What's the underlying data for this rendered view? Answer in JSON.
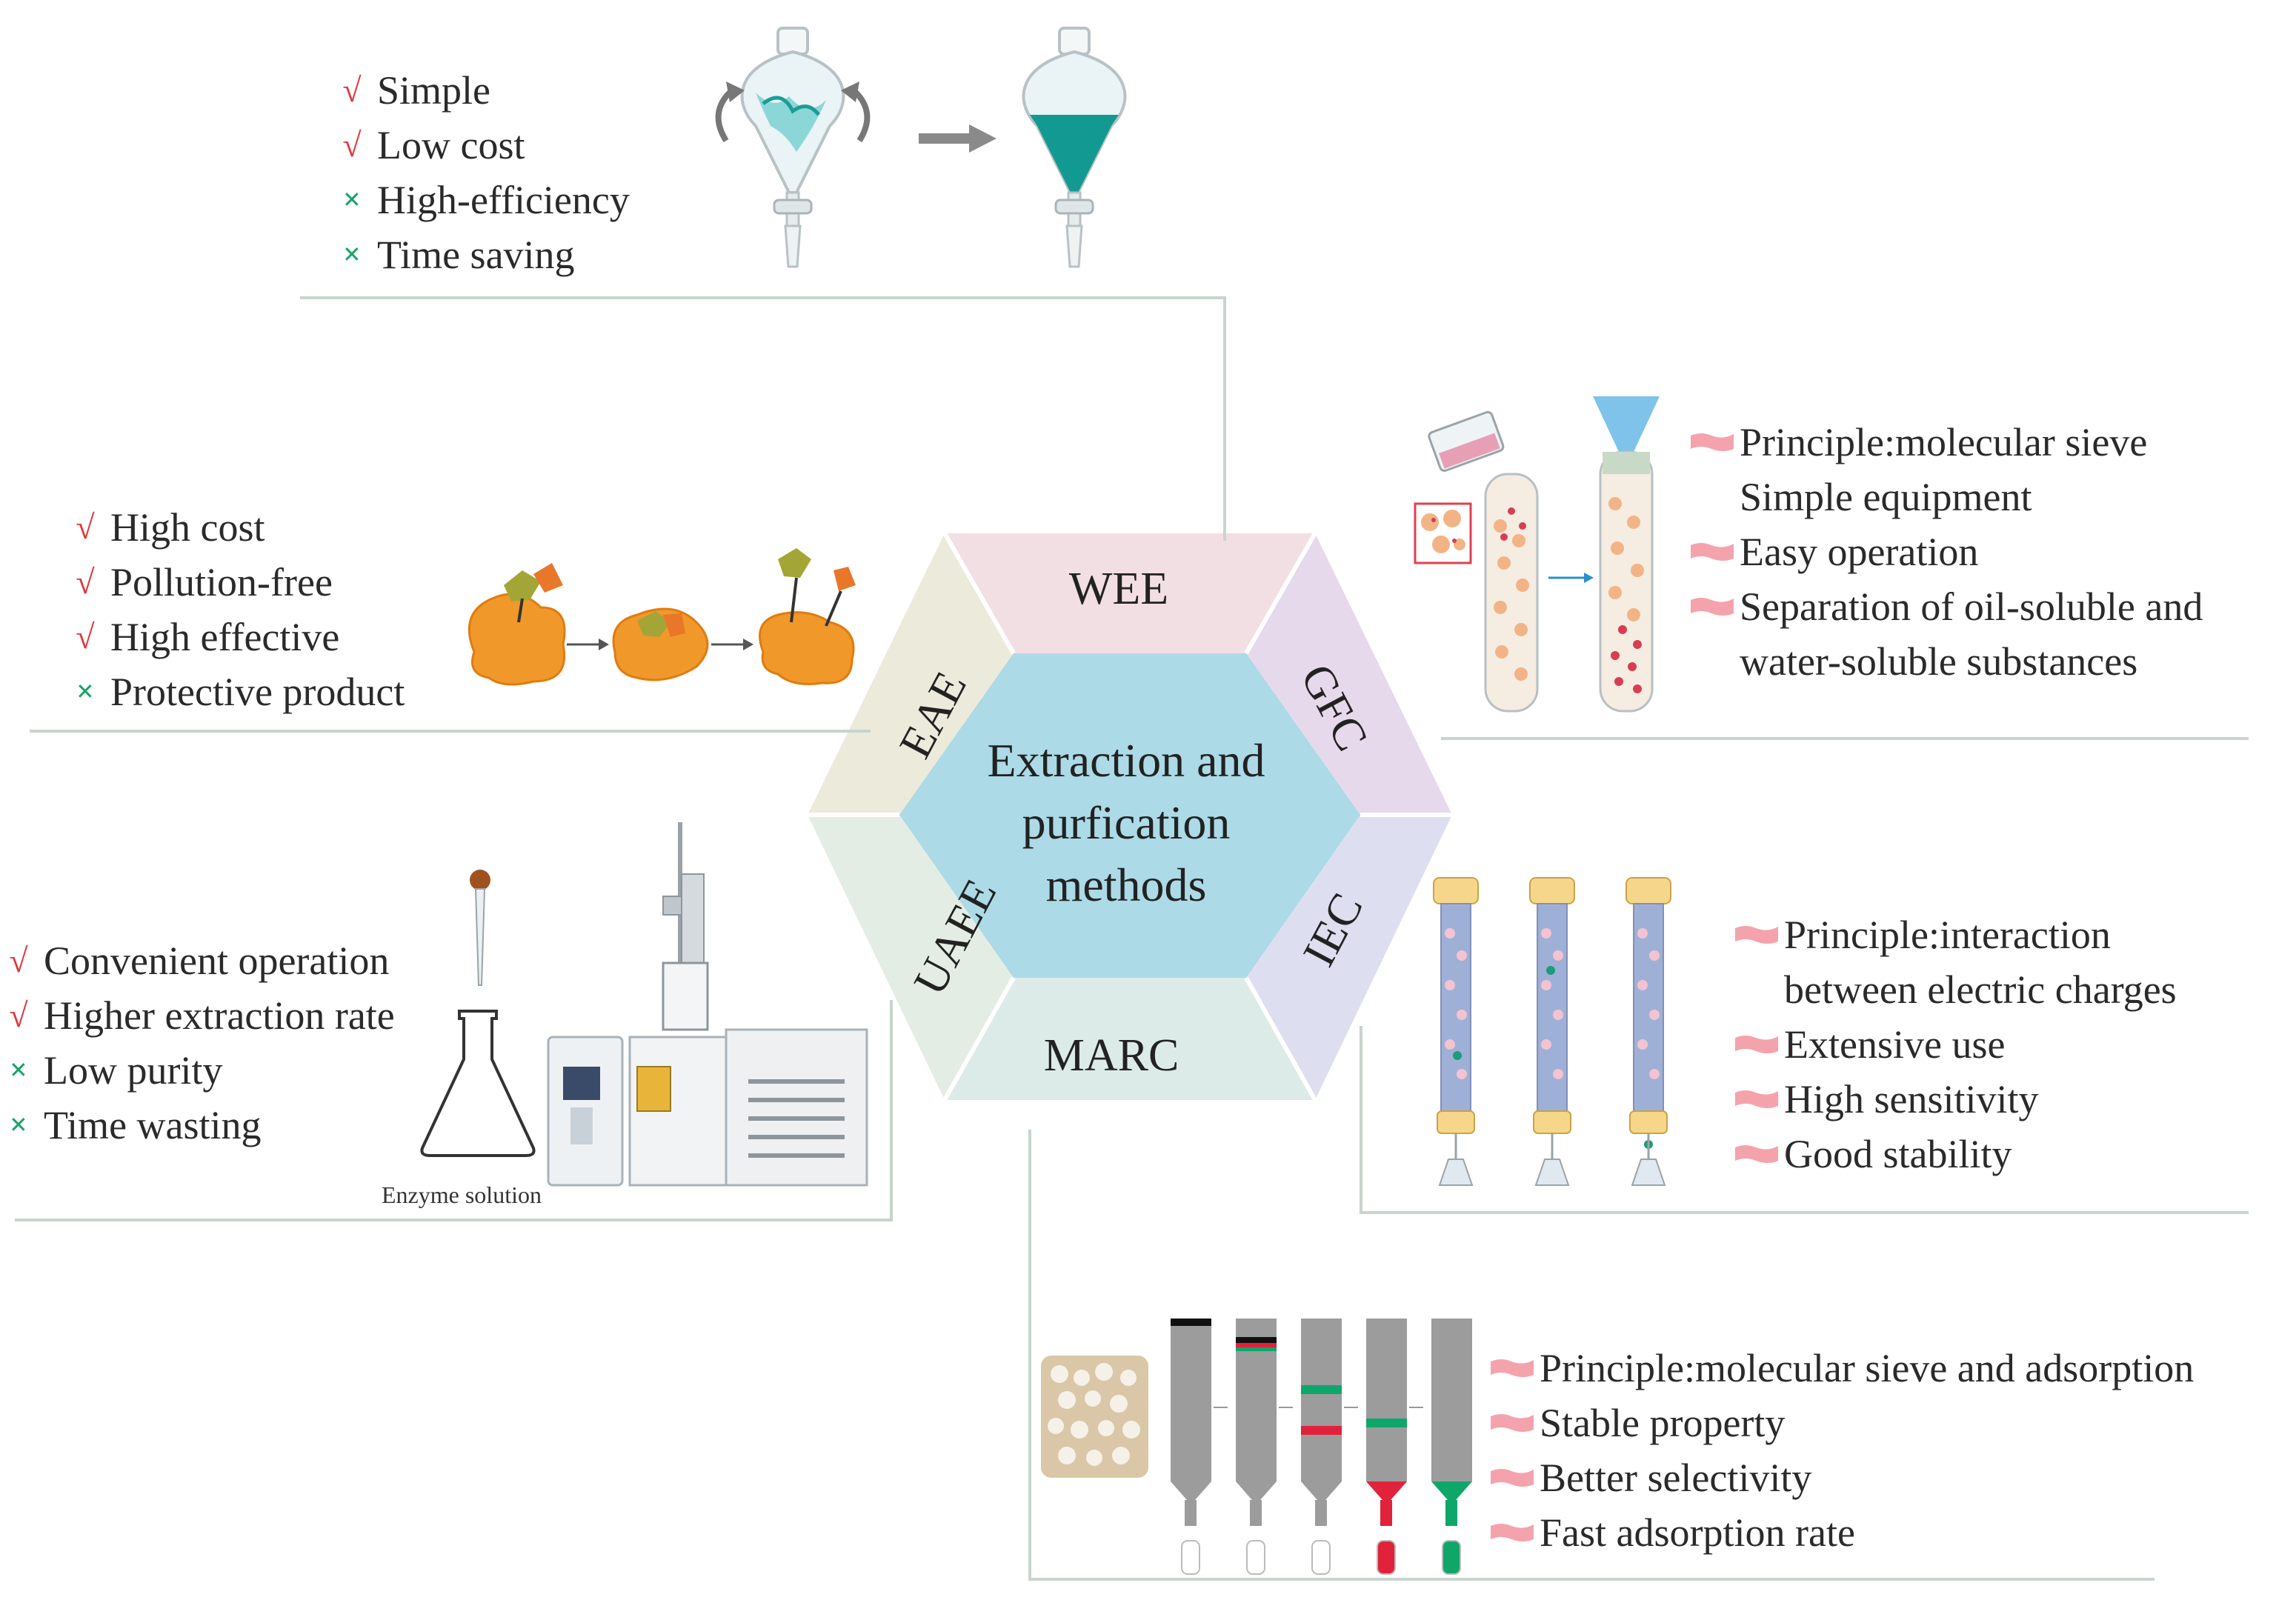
{
  "center": {
    "title_lines": [
      "Extraction and",
      "purfication",
      "methods"
    ]
  },
  "hexagon": {
    "segments": {
      "top": "WEE",
      "upper_right": "GFC",
      "lower_right": "IEC",
      "bottom": "MARC",
      "lower_left": "UAEE",
      "upper_left": "EAE"
    },
    "colors": {
      "center": "#acdae6",
      "top": "#f2dfe3",
      "upper_right": "#e6d9ec",
      "lower_right": "#dddff0",
      "bottom": "#dcebe7",
      "lower_left": "#e4ede3",
      "upper_left": "#eceadb"
    }
  },
  "panels": {
    "wee": {
      "items": [
        {
          "mark": "√",
          "text": "Simple"
        },
        {
          "mark": "√",
          "text": "Low cost"
        },
        {
          "mark": "×",
          "text": "High-efficiency"
        },
        {
          "mark": "×",
          "text": "Time saving"
        }
      ]
    },
    "eae": {
      "items": [
        {
          "mark": "√",
          "text": "High cost"
        },
        {
          "mark": "√",
          "text": "Pollution-free"
        },
        {
          "mark": "√",
          "text": "High effective"
        },
        {
          "mark": "×",
          "text": "Protective product"
        }
      ]
    },
    "uaee": {
      "items": [
        {
          "mark": "√",
          "text": "Convenient operation"
        },
        {
          "mark": "√",
          "text": "Higher extraction rate"
        },
        {
          "mark": "×",
          "text": "Low purity"
        },
        {
          "mark": "×",
          "text": "Time wasting"
        }
      ],
      "caption": "Enzyme solution"
    },
    "gfc": {
      "items": [
        {
          "flag": true,
          "text": "Principle:molecular sieve"
        },
        {
          "flag": false,
          "text": "Simple equipment"
        },
        {
          "flag": true,
          "text": "Easy operation"
        },
        {
          "flag": true,
          "text": "Separation of oil-soluble and"
        },
        {
          "flag": false,
          "text": "water-soluble substances"
        }
      ]
    },
    "iec": {
      "items": [
        {
          "flag": true,
          "text": "Principle:interaction"
        },
        {
          "flag": false,
          "text": "between electric charges"
        },
        {
          "flag": true,
          "text": "Extensive use"
        },
        {
          "flag": true,
          "text": "High sensitivity"
        },
        {
          "flag": true,
          "text": "Good stability"
        }
      ]
    },
    "marc": {
      "items": [
        {
          "flag": true,
          "text": "Principle:molecular sieve and adsorption"
        },
        {
          "flag": true,
          "text": "Stable property"
        },
        {
          "flag": true,
          "text": "Better selectivity"
        },
        {
          "flag": true,
          "text": "Fast adsorption rate"
        }
      ]
    }
  },
  "colors": {
    "check": "#e0353b",
    "cross": "#1aa36a",
    "flag": "#f4a3ad",
    "teal": "#1b9c96",
    "orange": "#f0982a",
    "divider": "#c8d4cc"
  }
}
